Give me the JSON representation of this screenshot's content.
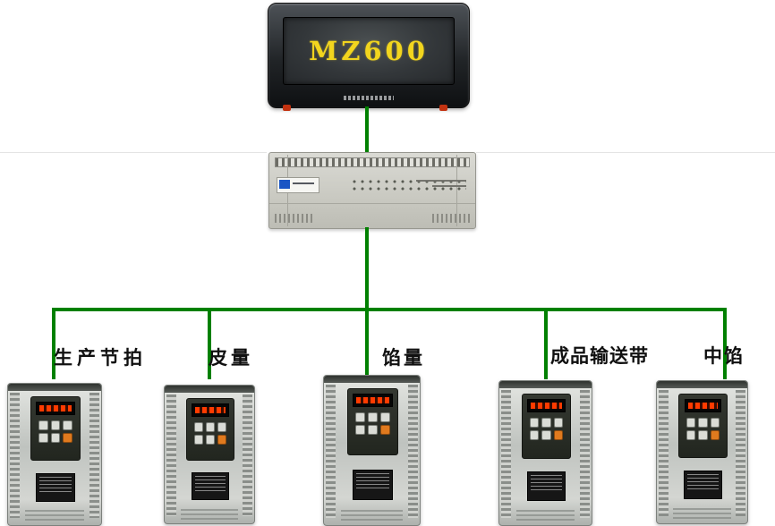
{
  "hmi": {
    "screen_text": "MZ600"
  },
  "drives": [
    {
      "label": "生产节拍"
    },
    {
      "label": "皮量"
    },
    {
      "label": "馅量"
    },
    {
      "label": "成品输送带"
    },
    {
      "label": "中馅"
    }
  ],
  "colors": {
    "connection_line": "#008000",
    "hmi_text": "#f2d51e",
    "led_display": "#ff3b00",
    "run_button": "#e07a1e"
  }
}
